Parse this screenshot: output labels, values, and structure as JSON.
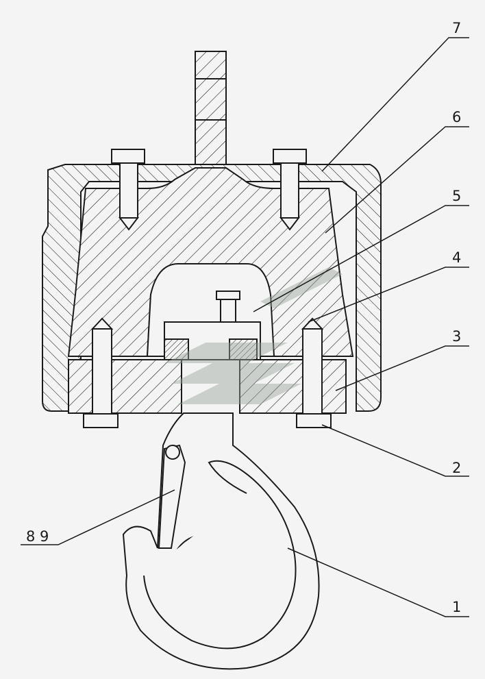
{
  "diagram": {
    "callouts": [
      {
        "id": "1",
        "label": "1"
      },
      {
        "id": "2",
        "label": "2"
      },
      {
        "id": "3",
        "label": "3"
      },
      {
        "id": "4",
        "label": "4"
      },
      {
        "id": "5",
        "label": "5"
      },
      {
        "id": "6",
        "label": "6"
      },
      {
        "id": "7",
        "label": "7"
      },
      {
        "id": "8-9",
        "label": "8 9"
      }
    ]
  },
  "colors": {
    "line": "#1a1a1a",
    "paper": "#f4f4f4",
    "watermark": "#b7bfb7"
  }
}
